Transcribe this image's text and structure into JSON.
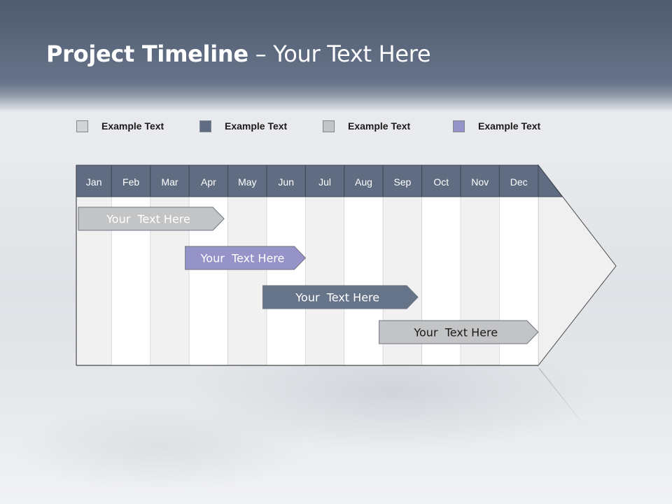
{
  "title": {
    "bold": "Project Timeline",
    "light": " – Your Text Here"
  },
  "colors": {
    "header_gray": "#5f6c81",
    "light_gray": "#c3c4c6",
    "slate": "#66748a",
    "lavender": "#9593c8",
    "column_shade": "#f1f1f1",
    "column_white": "#ffffff"
  },
  "legend": [
    {
      "label": "Example Text",
      "color": "#d2d3d5"
    },
    {
      "label": "Example Text",
      "color": "#5f6c81"
    },
    {
      "label": "Example Text",
      "color": "#c3c4c6"
    },
    {
      "label": "Example Text",
      "color": "#9593c8"
    }
  ],
  "months": [
    "Jan",
    "Feb",
    "Mar",
    "Apr",
    "May",
    "Jun",
    "Jul",
    "Aug",
    "Sep",
    "Oct",
    "Nov",
    "Dec"
  ],
  "tasks": [
    {
      "label": "Your  Text Here",
      "start_month": 0.0,
      "end_month": 3.9,
      "color": "#c3c4c6",
      "text_color": "#ffffff"
    },
    {
      "label": "Your  Text Here",
      "start_month": 2.9,
      "end_month": 6.0,
      "color": "#9593c8",
      "text_color": "#ffffff"
    },
    {
      "label": "Your  Text Here",
      "start_month": 4.9,
      "end_month": 8.9,
      "color": "#66748a",
      "text_color": "#ffffff"
    },
    {
      "label": "Your  Text Here",
      "start_month": 7.9,
      "end_month": 12.0,
      "color": "#c3c4c6",
      "text_color": "#1a1a1a"
    }
  ]
}
